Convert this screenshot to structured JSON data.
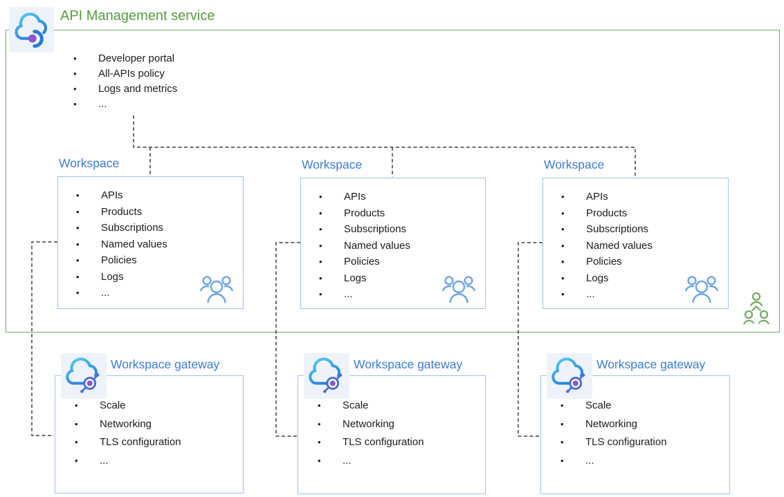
{
  "colors": {
    "accent_green": "#549e3e",
    "green_border": "#79a765",
    "accent_blue": "#3b7dd8",
    "box_border_blue": "#9cc3ec",
    "connector_dash": "#3f3f3f",
    "people_blue": "#6ba3e8",
    "people_green": "#71ab5c",
    "cloud_cyan": "#50d2f0",
    "cloud_blue": "#2a7bdc",
    "dot_purple": "#8a57ce",
    "icon_tile_bg": "#eef3fb"
  },
  "service": {
    "title": "API Management service",
    "icon": "api-management-cloud-icon",
    "items": [
      "Developer portal",
      "All-APIs policy",
      "Logs and metrics",
      "..."
    ]
  },
  "workspaces": [
    {
      "title": "Workspace",
      "icon": "people-group-icon",
      "items": [
        "APIs",
        "Products",
        "Subscriptions",
        "Named values",
        "Policies",
        "Logs",
        "..."
      ]
    },
    {
      "title": "Workspace",
      "icon": "people-group-icon",
      "items": [
        "APIs",
        "Products",
        "Subscriptions",
        "Named values",
        "Policies",
        "Logs",
        "..."
      ]
    },
    {
      "title": "Workspace",
      "icon": "people-group-icon",
      "items": [
        "APIs",
        "Products",
        "Subscriptions",
        "Named values",
        "Policies",
        "Logs",
        "..."
      ]
    }
  ],
  "gateways": [
    {
      "title": "Workspace gateway",
      "icon": "workspace-gateway-cloud-icon",
      "items": [
        "Scale",
        "Networking",
        "TLS configuration",
        "..."
      ]
    },
    {
      "title": "Workspace gateway",
      "icon": "workspace-gateway-cloud-icon",
      "items": [
        "Scale",
        "Networking",
        "TLS configuration",
        "..."
      ]
    },
    {
      "title": "Workspace gateway",
      "icon": "workspace-gateway-cloud-icon",
      "items": [
        "Scale",
        "Networking",
        "TLS configuration",
        "..."
      ]
    }
  ],
  "org_icon": "org-people-icon"
}
